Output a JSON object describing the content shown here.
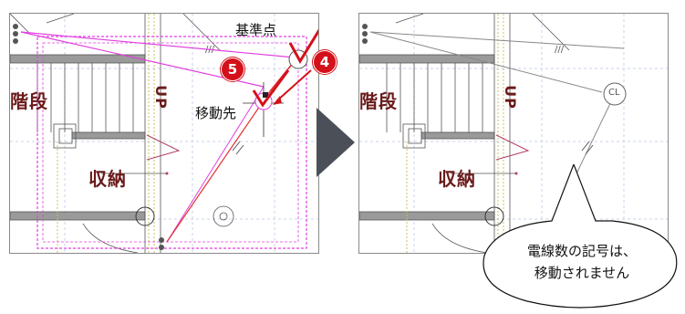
{
  "before": {
    "room_stairs": "階段",
    "room_storage": "収納",
    "up_mark": "UP",
    "label_base_point": "基準点",
    "label_destination": "移動先",
    "step_badge_4": "4",
    "step_badge_5": "5"
  },
  "after": {
    "room_stairs": "階段",
    "room_storage": "収納",
    "up_mark": "UP",
    "cl_mark": "CL"
  },
  "callout": {
    "line1": "電線数の記号は、",
    "line2": "移動されません"
  },
  "colors": {
    "selection_magenta": "#e040e0",
    "move_line_red": "#e03030",
    "badge_red": "#d4111b",
    "arrow_gray": "#4a4f58",
    "room_label": "#6a1a1a"
  }
}
